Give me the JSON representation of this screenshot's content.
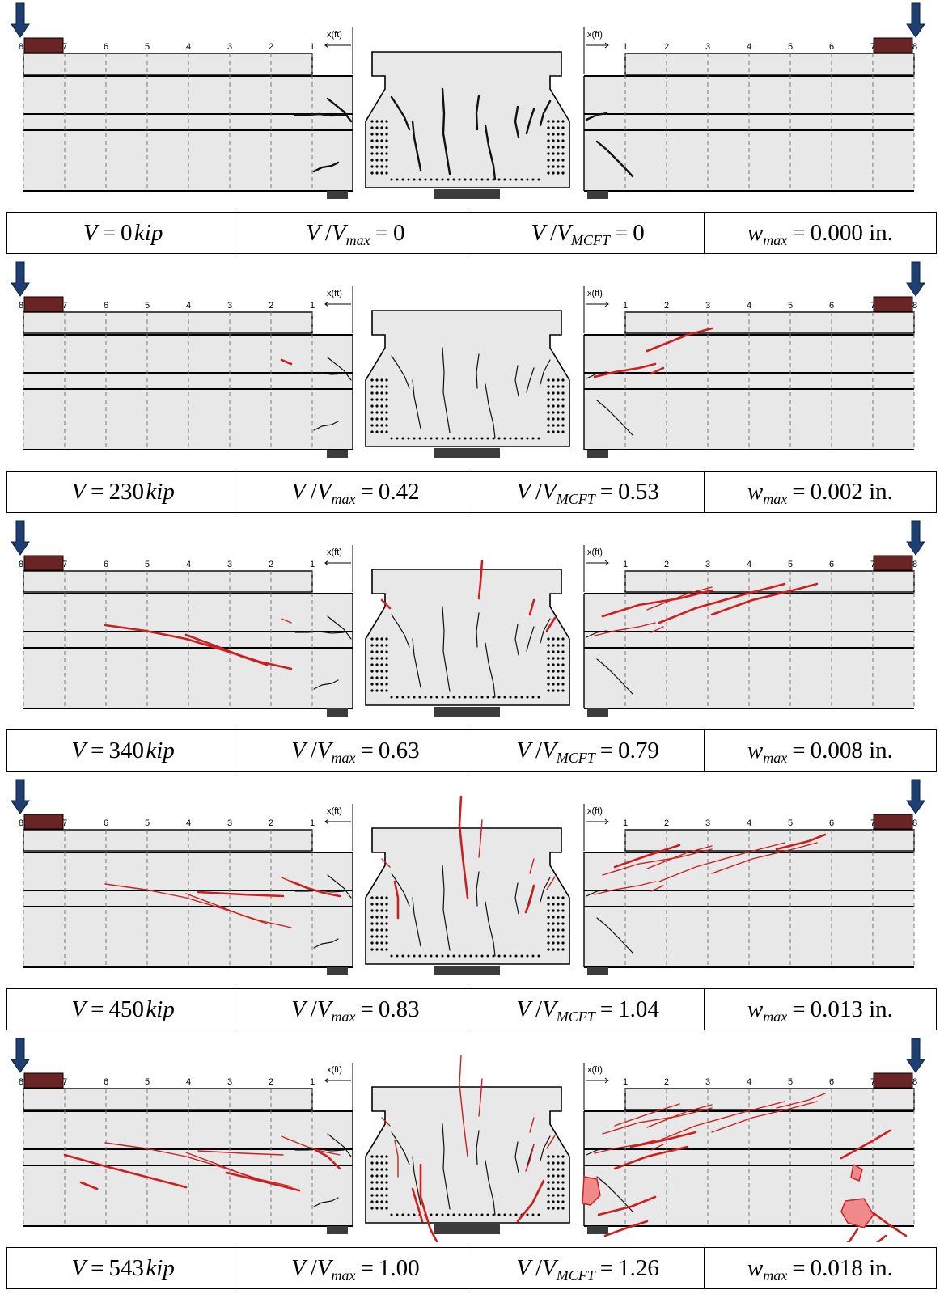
{
  "stages": [
    {
      "V": "0",
      "V_unit": "kip",
      "ratio_max": "0",
      "ratio_mcft": "0",
      "w_max": "0.000",
      "w_unit": "in.",
      "red_level": 0
    },
    {
      "V": "230",
      "V_unit": "kip",
      "ratio_max": "0.42",
      "ratio_mcft": "0.53",
      "w_max": "0.002",
      "w_unit": "in.",
      "red_level": 1
    },
    {
      "V": "340",
      "V_unit": "kip",
      "ratio_max": "0.63",
      "ratio_mcft": "0.79",
      "w_max": "0.008",
      "w_unit": "in.",
      "red_level": 2
    },
    {
      "V": "450",
      "V_unit": "kip",
      "ratio_max": "0.83",
      "ratio_mcft": "1.04",
      "w_max": "0.013",
      "w_unit": "in.",
      "red_level": 3
    },
    {
      "V": "543",
      "V_unit": "kip",
      "ratio_max": "1.00",
      "ratio_mcft": "1.26",
      "w_max": "0.018",
      "w_unit": "in.",
      "red_level": 4
    }
  ],
  "symbols": {
    "V": "V",
    "slash": "/",
    "equals": "=",
    "sub_max": "max",
    "sub_mcft": "MCFT",
    "w": "w"
  },
  "ruler": {
    "axis_label": "x(ft)",
    "left_ticks": [
      "8",
      "7",
      "6",
      "5",
      "4",
      "3",
      "2",
      "1"
    ],
    "right_ticks": [
      "1",
      "2",
      "3",
      "4",
      "5",
      "6",
      "7",
      "8"
    ]
  },
  "colors": {
    "concrete": "#e8e8e8",
    "crack_black": "#111111",
    "crack_red": "#cc1f1f",
    "spall_fill": "#f08a8a",
    "load_plate": "#6b2424",
    "arrow": "#1f3f73",
    "support": "#3c3c3c"
  }
}
